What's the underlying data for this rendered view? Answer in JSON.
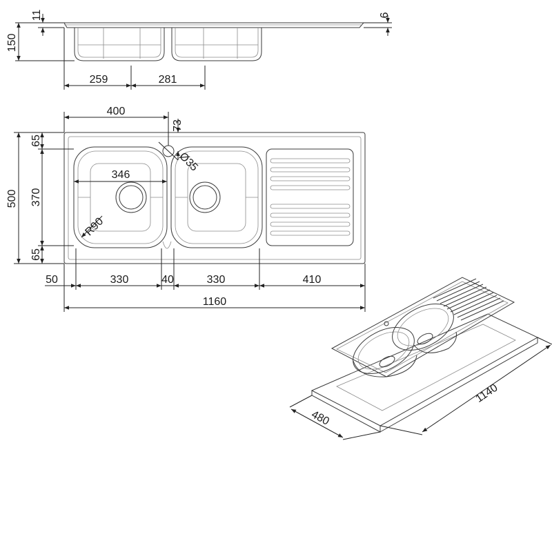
{
  "side_view": {
    "flange_thickness": "11",
    "edge_thickness": "6",
    "depth": "150",
    "drain_offset_1": "259",
    "drain_offset_2": "281"
  },
  "top_view": {
    "tap_hole_offset": "400",
    "tap_hole_to_edge": "73",
    "tap_hole_diameter": "Ø35",
    "bowl_inner_width": "346",
    "corner_radius": "R90",
    "overall_depth": "500",
    "top_margin": "65",
    "bowl_length": "370",
    "bottom_margin": "65",
    "left_margin": "50",
    "bowl_1_width": "330",
    "bowl_gap": "40",
    "bowl_2_width": "330",
    "drainer_width": "410",
    "overall_width": "1160"
  },
  "iso_view": {
    "cutout_width": "1140",
    "cutout_depth": "480"
  }
}
